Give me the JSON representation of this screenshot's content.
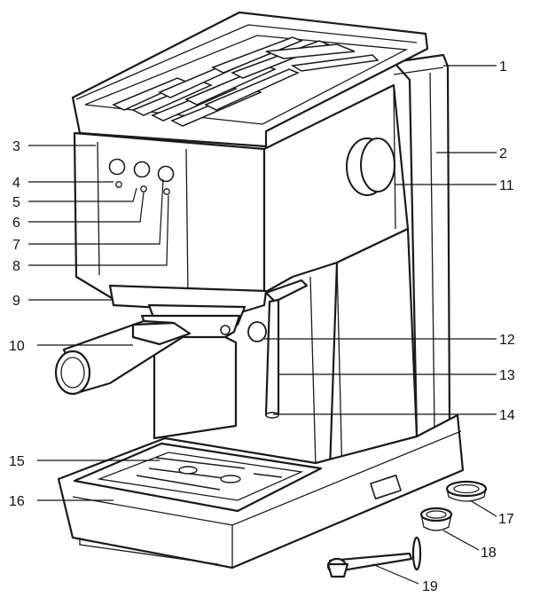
{
  "diagram": {
    "callouts": [
      {
        "id": "c1",
        "text": "1"
      },
      {
        "id": "c2",
        "text": "2"
      },
      {
        "id": "c3",
        "text": "3"
      },
      {
        "id": "c4",
        "text": "4"
      },
      {
        "id": "c5",
        "text": "5"
      },
      {
        "id": "c6",
        "text": "6"
      },
      {
        "id": "c7",
        "text": "7"
      },
      {
        "id": "c8",
        "text": "8"
      },
      {
        "id": "c9",
        "text": "9"
      },
      {
        "id": "c10",
        "text": "10"
      },
      {
        "id": "c11",
        "text": "11"
      },
      {
        "id": "c12",
        "text": "12"
      },
      {
        "id": "c13",
        "text": "13"
      },
      {
        "id": "c14",
        "text": "14"
      },
      {
        "id": "c15",
        "text": "15"
      },
      {
        "id": "c16",
        "text": "16"
      },
      {
        "id": "c17",
        "text": "17"
      },
      {
        "id": "c18",
        "text": "18"
      },
      {
        "id": "c19",
        "text": "19"
      }
    ],
    "colors": {
      "stroke": "#1a1a1a",
      "background": "#ffffff"
    }
  }
}
